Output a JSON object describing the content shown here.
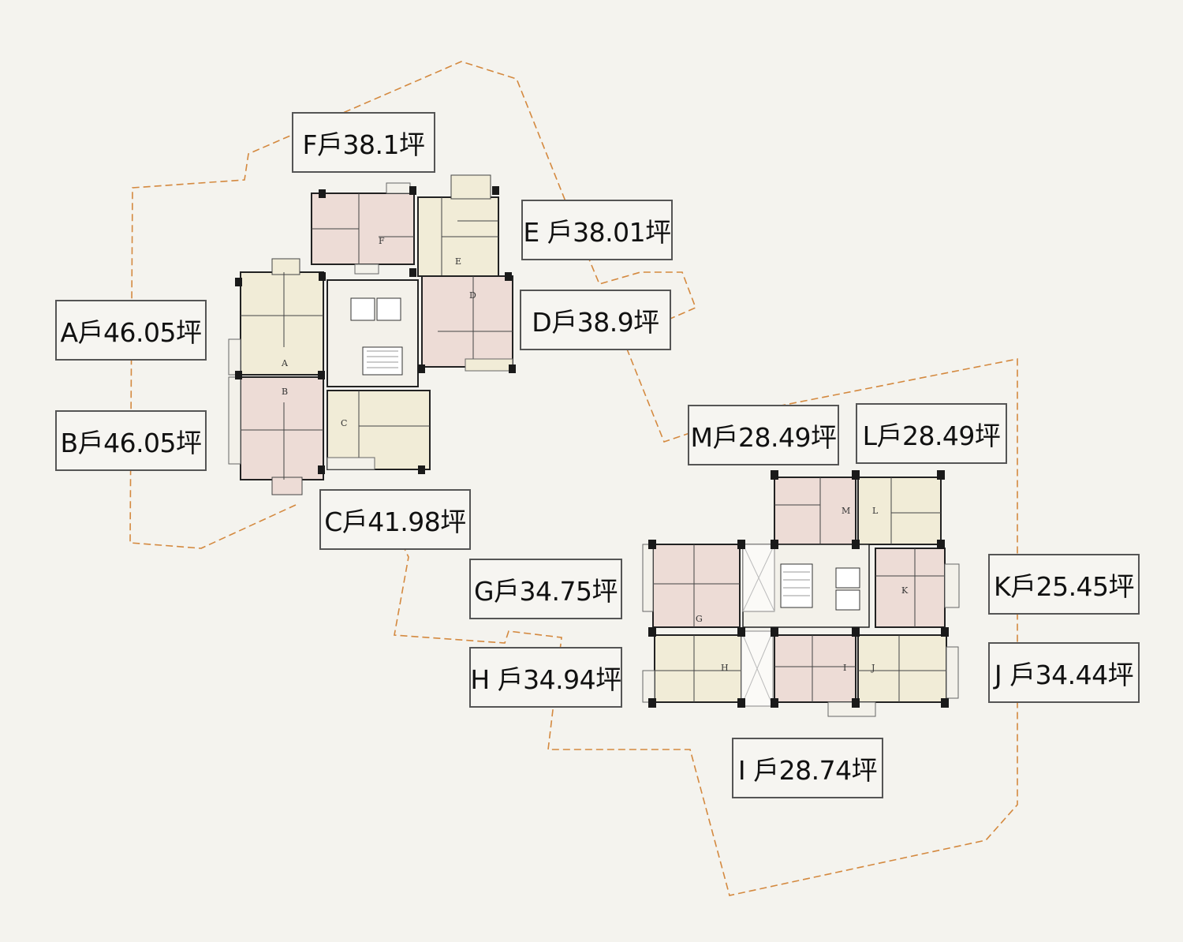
{
  "units": [
    {
      "id": "A",
      "label": "A戶46.05坪"
    },
    {
      "id": "B",
      "label": "B戶46.05坪"
    },
    {
      "id": "C",
      "label": "C戶41.98坪"
    },
    {
      "id": "D",
      "label": "D戶38.9坪"
    },
    {
      "id": "E",
      "label": "E 戶38.01坪"
    },
    {
      "id": "F",
      "label": "F戶38.1坪"
    },
    {
      "id": "G",
      "label": "G戶34.75坪"
    },
    {
      "id": "H",
      "label": "H 戶34.94坪"
    },
    {
      "id": "I",
      "label": "I 戶28.74坪"
    },
    {
      "id": "J",
      "label": "J 戶34.44坪"
    },
    {
      "id": "K",
      "label": "K戶25.45坪"
    },
    {
      "id": "L",
      "label": "L戶28.49坪"
    },
    {
      "id": "M",
      "label": "M戶28.49坪"
    }
  ],
  "plan_letters": [
    "A",
    "B",
    "C",
    "D",
    "E",
    "F",
    "G",
    "H",
    "I",
    "J",
    "K",
    "L",
    "M"
  ],
  "colors": {
    "background": "#f4f3ee",
    "unit_pink": "#eddcd6",
    "unit_cream": "#f1ecd7",
    "wall": "#1a1a1a",
    "site_boundary": "#d4893f",
    "label_border": "#555555"
  }
}
